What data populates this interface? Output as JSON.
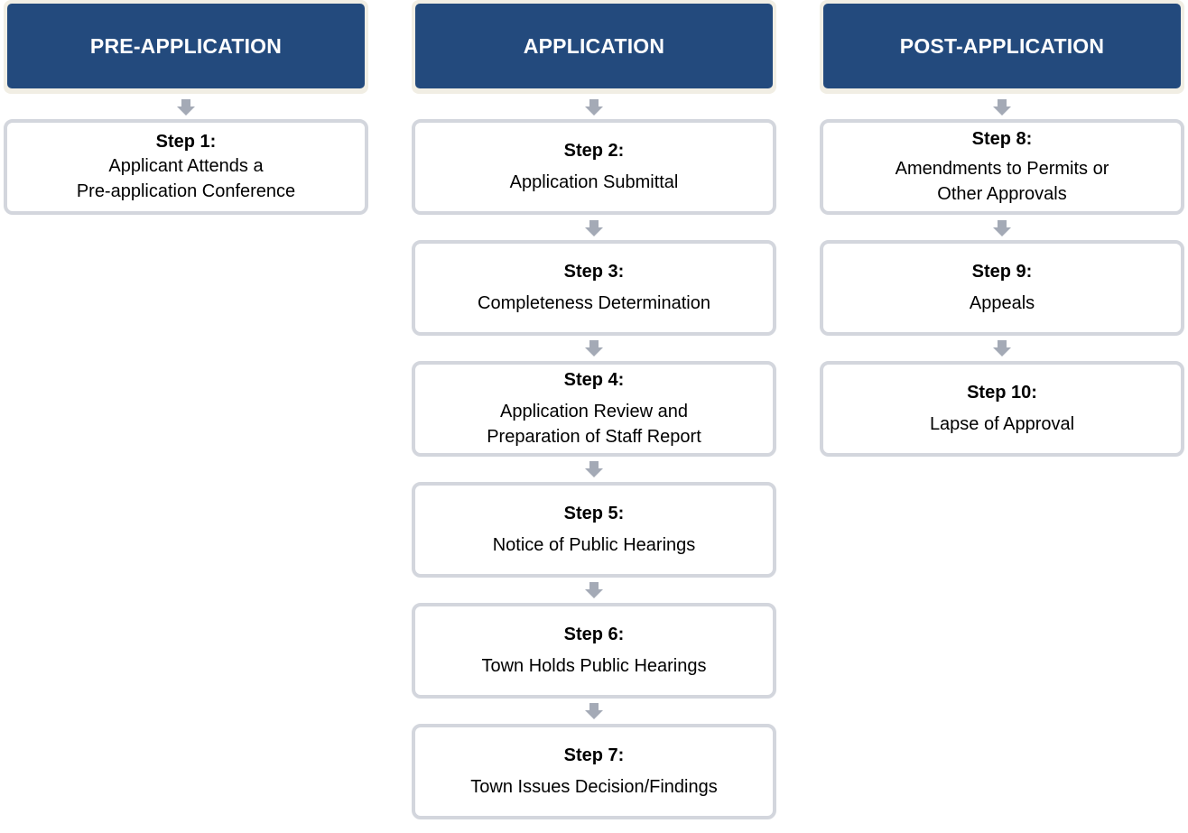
{
  "columns": [
    {
      "header": "PRE-APPLICATION",
      "steps": [
        {
          "title": "Step 1:",
          "body": "Applicant Attends a\nPre-application Conference"
        }
      ]
    },
    {
      "header": "APPLICATION",
      "steps": [
        {
          "title": "Step 2:",
          "body": "Application Submittal"
        },
        {
          "title": "Step 3:",
          "body": "Completeness Determination"
        },
        {
          "title": "Step 4:",
          "body": "Application Review and\nPreparation of Staff Report"
        },
        {
          "title": "Step 5:",
          "body": "Notice of Public Hearings"
        },
        {
          "title": "Step 6:",
          "body": "Town Holds Public Hearings"
        },
        {
          "title": "Step 7:",
          "body": "Town Issues Decision/Findings"
        }
      ]
    },
    {
      "header": "POST-APPLICATION",
      "steps": [
        {
          "title": "Step 8:",
          "body": "Amendments to Permits or\nOther Approvals"
        },
        {
          "title": "Step 9:",
          "body": "Appeals"
        },
        {
          "title": "Step 10:",
          "body": "Lapse of Approval"
        }
      ]
    }
  ],
  "colors": {
    "header_fill": "#234a7d",
    "header_frame": "#f1eee4",
    "header_text": "#ffffff",
    "box_border": "#d3d6dd",
    "arrow": "#a4aab6"
  }
}
